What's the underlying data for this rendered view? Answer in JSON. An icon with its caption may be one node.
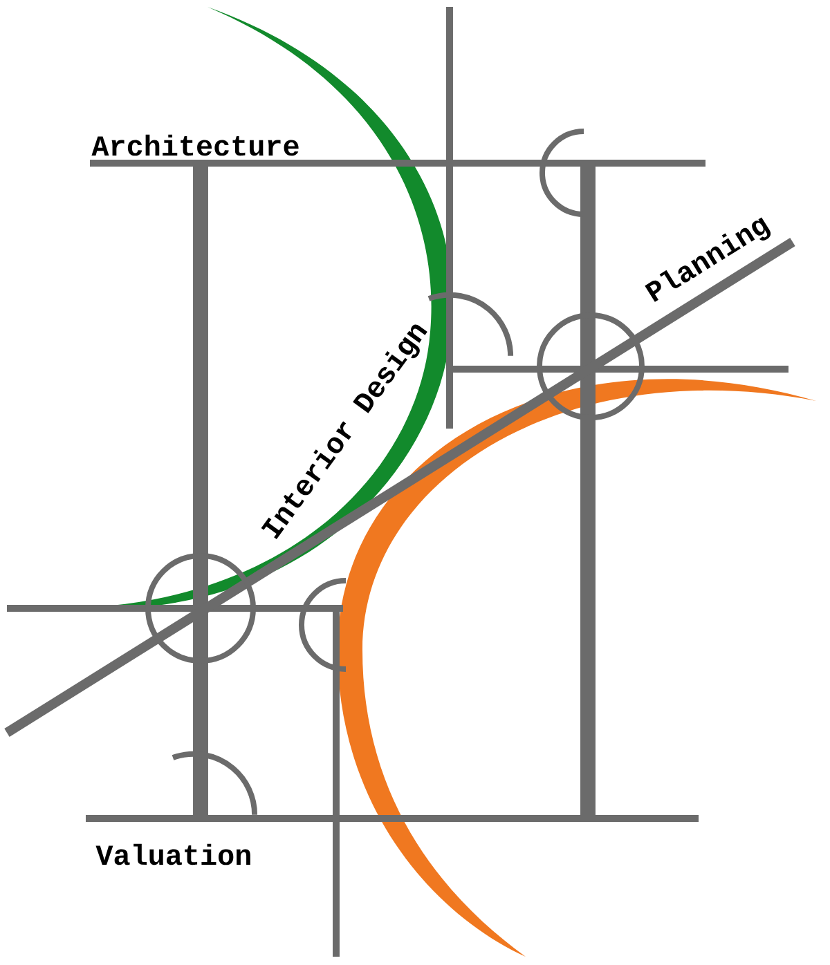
{
  "diagram": {
    "labels": [
      "Architecture",
      "Planning",
      "Interior Design",
      "Valuation"
    ]
  }
}
